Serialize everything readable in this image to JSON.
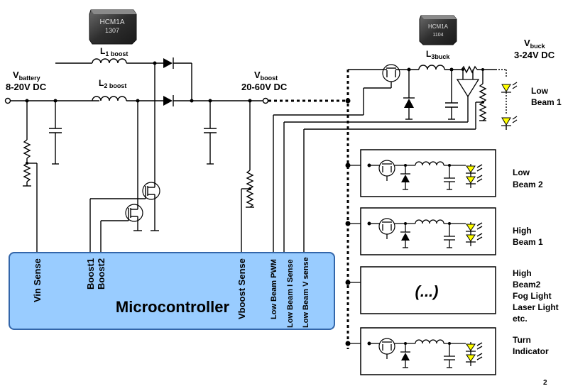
{
  "inductor_parts": {
    "boost": {
      "marking_line1": "HCM1A",
      "marking_line2": "1307"
    },
    "buck": {
      "marking_line1": "HCM1A",
      "marking_line2": "1104"
    }
  },
  "labels": {
    "l1_boost_main": "L",
    "l1_boost_sub": "1 boost",
    "l2_boost_main": "L",
    "l2_boost_sub": "2 boost",
    "l3_buck_main": "L",
    "l3_buck_sub": "3buck",
    "vbattery_main": "V",
    "vbattery_sub": "battery",
    "vbattery_range": "8-20V DC",
    "vboost_main": "V",
    "vboost_sub": "boost",
    "vboost_range": "20-60V DC",
    "vbuck_main": "V",
    "vbuck_sub": "buck",
    "vbuck_range": "3-24V DC"
  },
  "microcontroller": {
    "title": "Microcontroller",
    "pins": {
      "vin_sense": "Vin Sense",
      "boost1": "Boost1",
      "boost2": "Boost2",
      "vboost_sense": "Vboost Sense",
      "low_beam_pwm": "Low Beam PWM",
      "low_beam_i_sense": "Low Beam I Sense",
      "low_beam_v_sense": "Low Beam V sense"
    }
  },
  "loads": {
    "low_beam_1": [
      "Low",
      "Beam 1"
    ],
    "low_beam_2": [
      "Low",
      "Beam 2"
    ],
    "high_beam_1": [
      "High",
      "Beam 1"
    ],
    "other": [
      "High",
      "Beam2",
      "Fog Light",
      "Laser Light",
      "etc."
    ],
    "turn_indicator": [
      "Turn",
      "Indicator"
    ]
  },
  "ellipsis_box": "(...)",
  "page_number": "2",
  "colors": {
    "microcontroller_fill": "#99ccff",
    "microcontroller_stroke": "#3366aa",
    "led_yellow": "#ffff00",
    "inductor_body": "#3a3a3a",
    "wire": "#000000"
  }
}
